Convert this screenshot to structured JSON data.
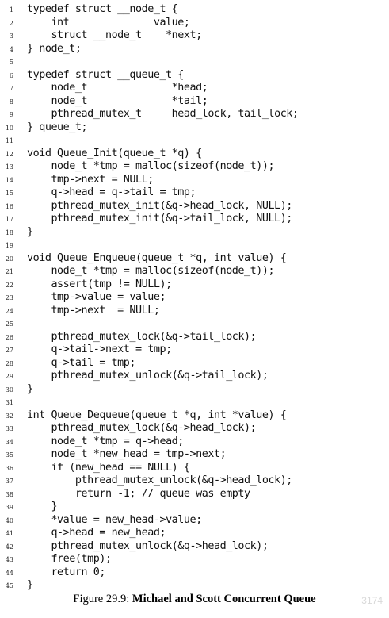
{
  "code_lines": [
    {
      "num": "1",
      "text": "typedef struct __node_t {"
    },
    {
      "num": "2",
      "text": "    int              value;"
    },
    {
      "num": "3",
      "text": "    struct __node_t    *next;"
    },
    {
      "num": "4",
      "text": "} node_t;"
    },
    {
      "num": "5",
      "text": ""
    },
    {
      "num": "6",
      "text": "typedef struct __queue_t {"
    },
    {
      "num": "7",
      "text": "    node_t              *head;"
    },
    {
      "num": "8",
      "text": "    node_t              *tail;"
    },
    {
      "num": "9",
      "text": "    pthread_mutex_t     head_lock, tail_lock;"
    },
    {
      "num": "10",
      "text": "} queue_t;"
    },
    {
      "num": "11",
      "text": ""
    },
    {
      "num": "12",
      "text": "void Queue_Init(queue_t *q) {"
    },
    {
      "num": "13",
      "text": "    node_t *tmp = malloc(sizeof(node_t));"
    },
    {
      "num": "14",
      "text": "    tmp->next = NULL;"
    },
    {
      "num": "15",
      "text": "    q->head = q->tail = tmp;"
    },
    {
      "num": "16",
      "text": "    pthread_mutex_init(&q->head_lock, NULL);"
    },
    {
      "num": "17",
      "text": "    pthread_mutex_init(&q->tail_lock, NULL);"
    },
    {
      "num": "18",
      "text": "}"
    },
    {
      "num": "19",
      "text": ""
    },
    {
      "num": "20",
      "text": "void Queue_Enqueue(queue_t *q, int value) {"
    },
    {
      "num": "21",
      "text": "    node_t *tmp = malloc(sizeof(node_t));"
    },
    {
      "num": "22",
      "text": "    assert(tmp != NULL);"
    },
    {
      "num": "23",
      "text": "    tmp->value = value;"
    },
    {
      "num": "24",
      "text": "    tmp->next  = NULL;"
    },
    {
      "num": "25",
      "text": ""
    },
    {
      "num": "26",
      "text": "    pthread_mutex_lock(&q->tail_lock);"
    },
    {
      "num": "27",
      "text": "    q->tail->next = tmp;"
    },
    {
      "num": "28",
      "text": "    q->tail = tmp;"
    },
    {
      "num": "29",
      "text": "    pthread_mutex_unlock(&q->tail_lock);"
    },
    {
      "num": "30",
      "text": "}"
    },
    {
      "num": "31",
      "text": ""
    },
    {
      "num": "32",
      "text": "int Queue_Dequeue(queue_t *q, int *value) {"
    },
    {
      "num": "33",
      "text": "    pthread_mutex_lock(&q->head_lock);"
    },
    {
      "num": "34",
      "text": "    node_t *tmp = q->head;"
    },
    {
      "num": "35",
      "text": "    node_t *new_head = tmp->next;"
    },
    {
      "num": "36",
      "text": "    if (new_head == NULL) {"
    },
    {
      "num": "37",
      "text": "        pthread_mutex_unlock(&q->head_lock);"
    },
    {
      "num": "38",
      "text": "        return -1; // queue was empty"
    },
    {
      "num": "39",
      "text": "    }"
    },
    {
      "num": "40",
      "text": "    *value = new_head->value;"
    },
    {
      "num": "41",
      "text": "    q->head = new_head;"
    },
    {
      "num": "42",
      "text": "    pthread_mutex_unlock(&q->head_lock);"
    },
    {
      "num": "43",
      "text": "    free(tmp);"
    },
    {
      "num": "44",
      "text": "    return 0;"
    },
    {
      "num": "45",
      "text": "}"
    }
  ],
  "caption": {
    "prefix": "Figure 29.9: ",
    "title": "Michael and Scott Concurrent Queue"
  },
  "watermark": "3174"
}
